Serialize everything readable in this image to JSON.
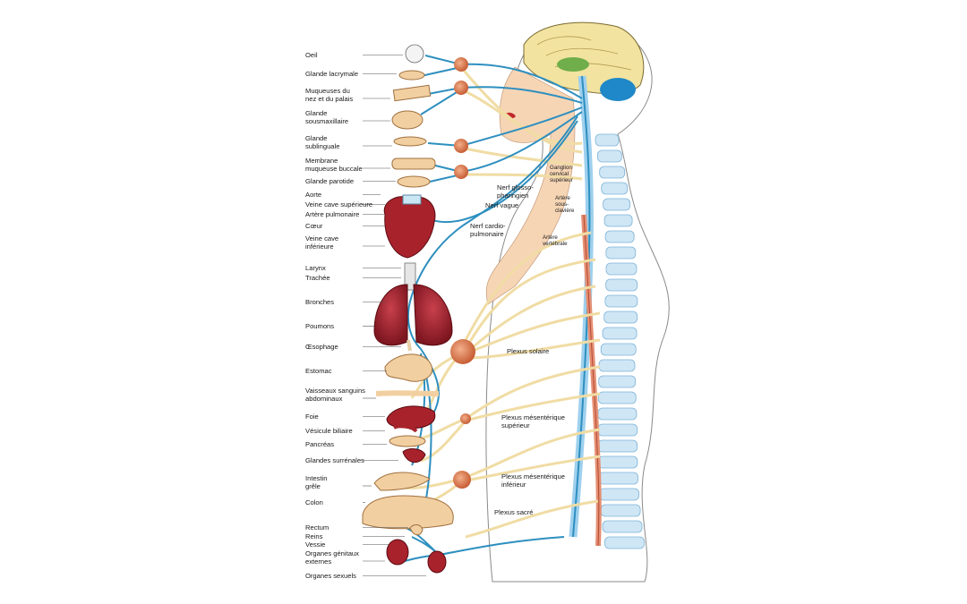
{
  "left_labels": [
    "Oeil",
    "Glande lacrymale",
    "Muqueuses du\nnez et du palais",
    "Glande\nsousmaxillaire",
    "Glande\nsublinguale",
    "Membrane\nmuqueuse buccale",
    "Glande parotide",
    "Aorte",
    "Veine cave supérieure",
    "Artère pulmonaire",
    "Cœur",
    "Veine cave\ninférieure",
    "Larynx",
    "Trachée",
    "Bronches",
    "Poumons",
    "Œsophage",
    "Estomac",
    "Vaisseaux sanguins\nabdominaux",
    "Foie",
    "Vésicule biliaire",
    "Pancréas",
    "Glandes surrénales",
    "Intestin\ngrêle",
    "Colon",
    "Rectum",
    "Reins",
    "Vessie",
    "Organes génitaux\nexternes",
    "Organes sexuels"
  ],
  "inner_labels": {
    "nerf_glosso": "Nerf glosso-\npharingien",
    "nerf_vague": "Nerf vague",
    "nerf_cardio": "Nerf cardio-\npulmonaire",
    "ganglion": "Ganglion\ncervical\nsupérieur",
    "artere_sous": "Artère\nsous-\nclavière",
    "artere_vert": "Artère\nvertébrale",
    "plexus_solaire": "Plexus solaire",
    "plexus_mes_sup": "Plexus mésentérique\nsupérieur",
    "plexus_mes_inf": "Plexus mésentérique\ninférieur",
    "plexus_sacre": "Plexus sacré"
  },
  "colors": {
    "nerve_blue": "#2e8fbf",
    "nerve_yellow": "#f3e2b0",
    "ganglion": "#d9774e",
    "organ_red": "#a8222c",
    "spine_blue": "#cfe6f5",
    "skin": "#f6d5b5"
  }
}
